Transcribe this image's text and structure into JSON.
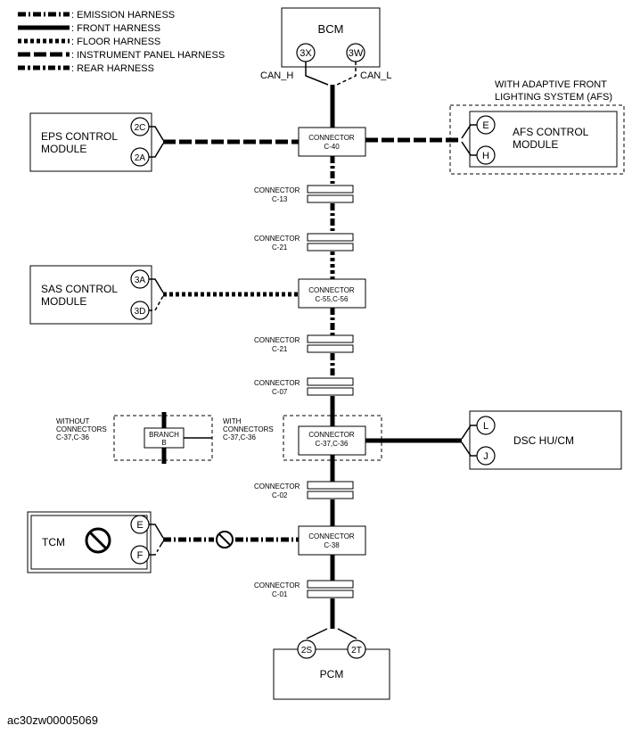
{
  "legend": [
    {
      "id": "emission",
      "label": ": EMISSION HARNESS"
    },
    {
      "id": "front",
      "label": ": FRONT HARNESS"
    },
    {
      "id": "floor",
      "label": ": FLOOR HARNESS"
    },
    {
      "id": "ipanel",
      "label": ": INSTRUMENT PANEL HARNESS"
    },
    {
      "id": "rear",
      "label": ": REAR HARNESS"
    }
  ],
  "modules": {
    "bcm": {
      "label": "BCM",
      "pins": [
        "3X",
        "3W"
      ],
      "can_h": "CAN_H",
      "can_l": "CAN_L"
    },
    "eps": {
      "label1": "EPS CONTROL",
      "label2": "MODULE",
      "pins": [
        "2C",
        "2A"
      ]
    },
    "afs": {
      "label1": "AFS CONTROL",
      "label2": "MODULE",
      "pins": [
        "E",
        "H"
      ],
      "note1": "WITH ADAPTIVE FRONT",
      "note2": "LIGHTING SYSTEM (AFS)"
    },
    "sas": {
      "label1": "SAS CONTROL",
      "label2": "MODULE",
      "pins": [
        "3A",
        "3D"
      ]
    },
    "dsc": {
      "label": "DSC HU/CM",
      "pins": [
        "L",
        "J"
      ]
    },
    "tcm": {
      "label": "TCM",
      "pins": [
        "E",
        "F"
      ]
    },
    "pcm": {
      "label": "PCM",
      "pins": [
        "2S",
        "2T"
      ]
    }
  },
  "connectors": {
    "c40": {
      "l1": "CONNECTOR",
      "l2": "C-40"
    },
    "c13": {
      "l1": "CONNECTOR",
      "l2": "C-13"
    },
    "c21a": {
      "l1": "CONNECTOR",
      "l2": "C-21"
    },
    "c55": {
      "l1": "CONNECTOR",
      "l2": "C-55,C-56"
    },
    "c21b": {
      "l1": "CONNECTOR",
      "l2": "C-21"
    },
    "c07": {
      "l1": "CONNECTOR",
      "l2": "C-07"
    },
    "c37": {
      "l1": "CONNECTOR",
      "l2": "C-37,C-36"
    },
    "c02": {
      "l1": "CONNECTOR",
      "l2": "C-02"
    },
    "c38": {
      "l1": "CONNECTOR",
      "l2": "C-38"
    },
    "c01": {
      "l1": "CONNECTOR",
      "l2": "C-01"
    }
  },
  "branch": {
    "l1": "BRANCH",
    "l2": "B",
    "without1": "WITHOUT",
    "without2": "CONNECTORS",
    "without3": "C-37,C-36",
    "with1": "WITH",
    "with2": "CONNECTORS",
    "with3": "C-37,C-36"
  },
  "footer": "ac30zw00005069"
}
